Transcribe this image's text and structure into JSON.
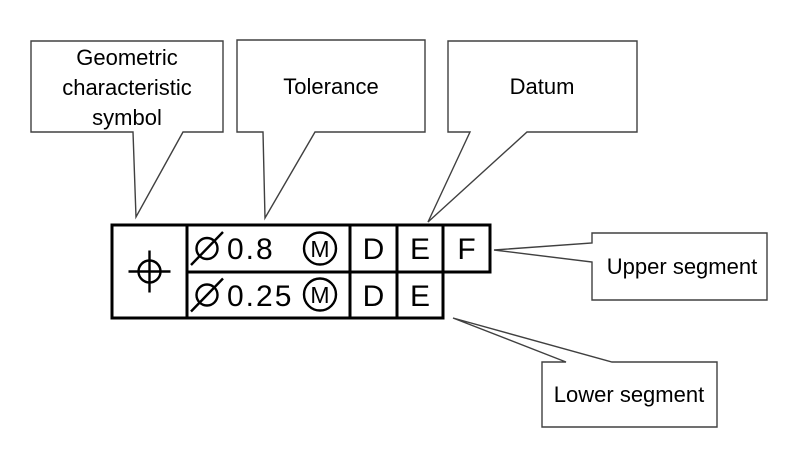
{
  "callouts": {
    "geometric": {
      "line1": "Geometric",
      "line2": "characteristic",
      "line3": "symbol"
    },
    "tolerance": {
      "label": "Tolerance"
    },
    "datum": {
      "label": "Datum"
    },
    "upper_segment": {
      "label": "Upper segment"
    },
    "lower_segment": {
      "label": "Lower segment"
    }
  },
  "frame": {
    "geometric_symbol_icon": "position-icon",
    "upper_row": {
      "diameter_icon": "diameter-icon",
      "tolerance": "0.8",
      "material_modifier": "M",
      "datums": [
        "D",
        "E",
        "F"
      ]
    },
    "lower_row": {
      "diameter_icon": "diameter-icon",
      "tolerance": "0.25",
      "material_modifier": "M",
      "datums": [
        "D",
        "E"
      ]
    }
  },
  "colors": {
    "background": "#ffffff",
    "frame_line": "#000000",
    "callout_border": "#404040",
    "text": "#000000"
  }
}
